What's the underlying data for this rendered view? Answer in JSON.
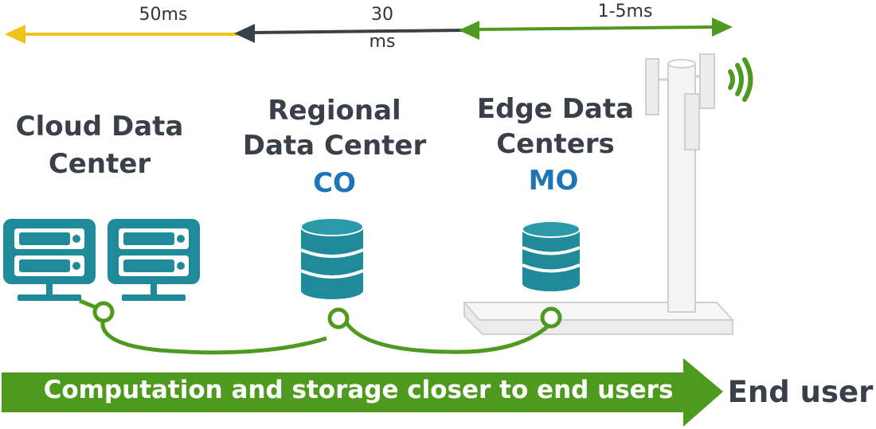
{
  "latency": {
    "cloud": "50ms",
    "regional_line1": "30",
    "regional_line2": "ms",
    "edge": "1-5ms"
  },
  "nodes": {
    "cloud": {
      "line1": "Cloud Data",
      "line2": "Center"
    },
    "regional": {
      "line1": "Regional",
      "line2": "Data Center",
      "code": "CO"
    },
    "edge": {
      "line1": "Edge Data",
      "line2": "Centers",
      "code": "MO"
    }
  },
  "banner": "Computation and storage closer to end users",
  "end_user": "End user",
  "icons": [
    "server-monitor-icon",
    "database-icon",
    "cell-tower-icon",
    "wifi-signal-icon"
  ],
  "colors": {
    "teal": "#1f8a99",
    "green": "#4e9a1e",
    "yellow": "#f2c21b",
    "dark": "#3a404a",
    "blue": "#1f74b6",
    "tower": "#d6d6d6"
  }
}
